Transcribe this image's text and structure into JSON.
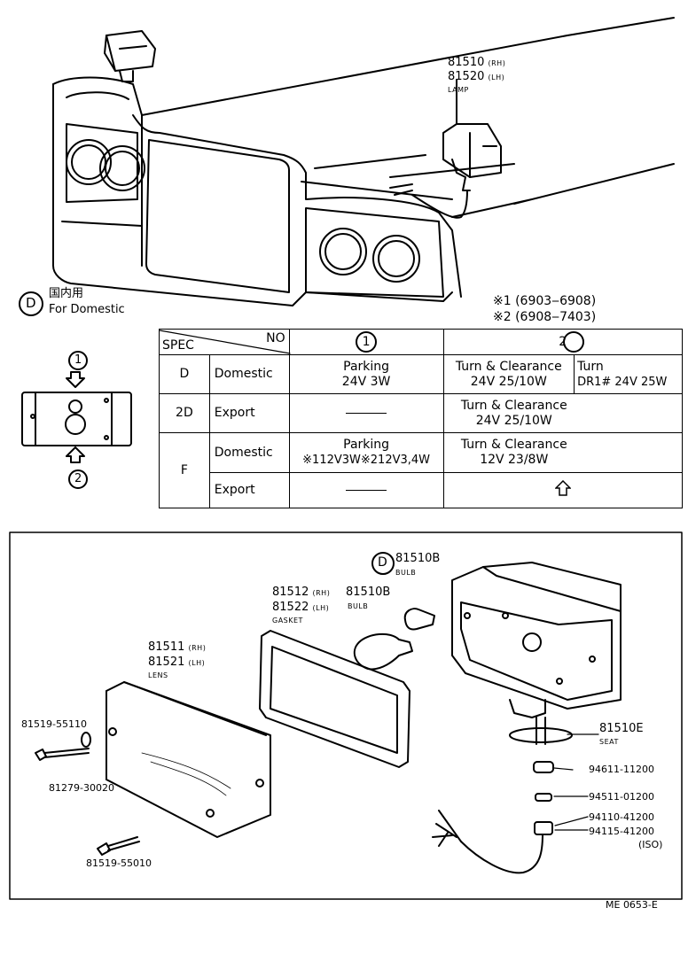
{
  "top_callout": {
    "part_rh": "81510",
    "rh": "(RH)",
    "part_lh": "81520",
    "lh": "(LH)",
    "name": "LAMP"
  },
  "domestic_note": {
    "letter": "D",
    "jp": "国内用",
    "en": "For  Domestic"
  },
  "notes": {
    "n1": "※1  (6903‒6908)",
    "n2": "※2  (6908‒7403)"
  },
  "bulb_diagram": {
    "pos1": "1",
    "pos2": "2"
  },
  "spec_table": {
    "header_spec": "SPEC",
    "header_no": "NO",
    "col1": "1",
    "col2": "2",
    "row_d": "D",
    "row_2d": "2D",
    "row_f": "F",
    "domestic": "Domestic",
    "export": "Export",
    "d_domestic_1_a": "Parking",
    "d_domestic_1_b": "24V 3W",
    "d_domestic_2_a": "Turn & Clearance",
    "d_domestic_2_b": "24V 25/10W",
    "d_domestic_3_a": "Turn",
    "d_domestic_3_b": "DR1# 24V 25W",
    "d_export_2_a": "Turn & Clearance",
    "d_export_2_b": "24V 25/10W",
    "f_domestic_1_a": "Parking",
    "f_domestic_1_b": "※112V3W※212V3,4W",
    "f_domestic_2_a": "Turn & Clearance",
    "f_domestic_2_b": "12V 23/8W"
  },
  "parts": {
    "bulb_top": "81510B",
    "bulb_top_name": "BULB",
    "bulb_top_letter": "D",
    "gasket_rh": "81512",
    "rh": "(RH)",
    "gasket_lh": "81522",
    "lh": "(LH)",
    "gasket_name": "GASKET",
    "bulb_mid": "81510B",
    "bulb_mid_name": "BULB",
    "lens_rh": "81511",
    "lens_lh": "81521",
    "lens_name": "LENS",
    "screw_top": "81519-55110",
    "washer": "81279-30020",
    "screw_bottom": "81519-55010",
    "seat": "81510E",
    "seat_name": "SEAT",
    "p1": "94611-11200",
    "p2": "94511-01200",
    "p3": "94110-41200",
    "p4": "94115-41200",
    "p4_note": "(ISO)"
  },
  "footer": "ME  0653-E"
}
